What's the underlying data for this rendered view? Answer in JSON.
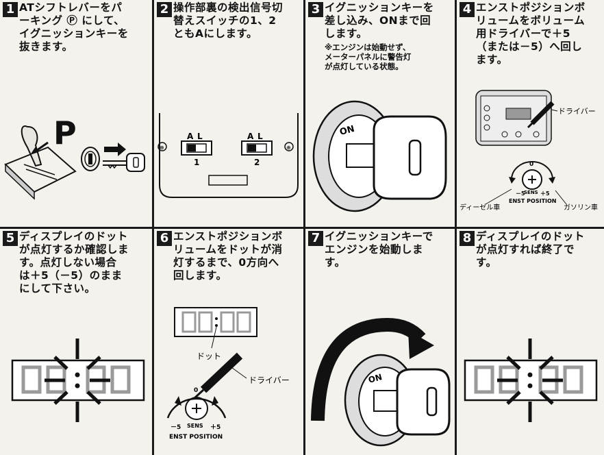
{
  "panels": [
    {
      "num": "1",
      "text": "ATシフトレバーをパ\nーキング Ⓟ にして、\nイグニッションキーを\n抜きます。",
      "label_p": "P"
    },
    {
      "num": "2",
      "text": "操作部裏の検出信号切\n替えスイッチの1、2\nともAにします。",
      "switch_labels": [
        "A",
        "L"
      ],
      "switch1": "1",
      "switch2": "2"
    },
    {
      "num": "3",
      "text": "イグニッションキーを\n差し込み、ONまで回\nします。",
      "note": "※エンジンは始動せず、\nメーターパネルに警告灯\nが点灯している状態。",
      "on_label": "ON"
    },
    {
      "num": "4",
      "text": "エンストポジションボ\nリュームをボリューム\n用ドライバーで＋5\n（または－5）へ回し\nます。",
      "driver": "ドライバー",
      "diesel": "ディーゼル車",
      "gasoline": "ガソリン車",
      "ensst": "ENST POSITION",
      "sens": "SENS",
      "minus5": "－5",
      "plus5": "＋5",
      "zero": "0"
    },
    {
      "num": "5",
      "text": "ディスプレイのドット\nが点灯するか確認しま\nす。点灯しない場合\nは＋5（－5）のまま\nにして下さい。"
    },
    {
      "num": "6",
      "text": "エンストポジションボ\nリュームをドットが消\n灯するまで、0方向へ\n回します。",
      "dot": "ドット",
      "driver": "ドライバー",
      "ensst": "ENST POSITION",
      "sens": "SENS",
      "minus5": "－5",
      "plus5": "＋5",
      "zero": "0"
    },
    {
      "num": "7",
      "text": "イグニッションキーで\nエンジンを始動しま\nす。",
      "on_label": "ON"
    },
    {
      "num": "8",
      "text": "ディスプレイのドット\nが点灯すれば終了で\nす。"
    }
  ]
}
